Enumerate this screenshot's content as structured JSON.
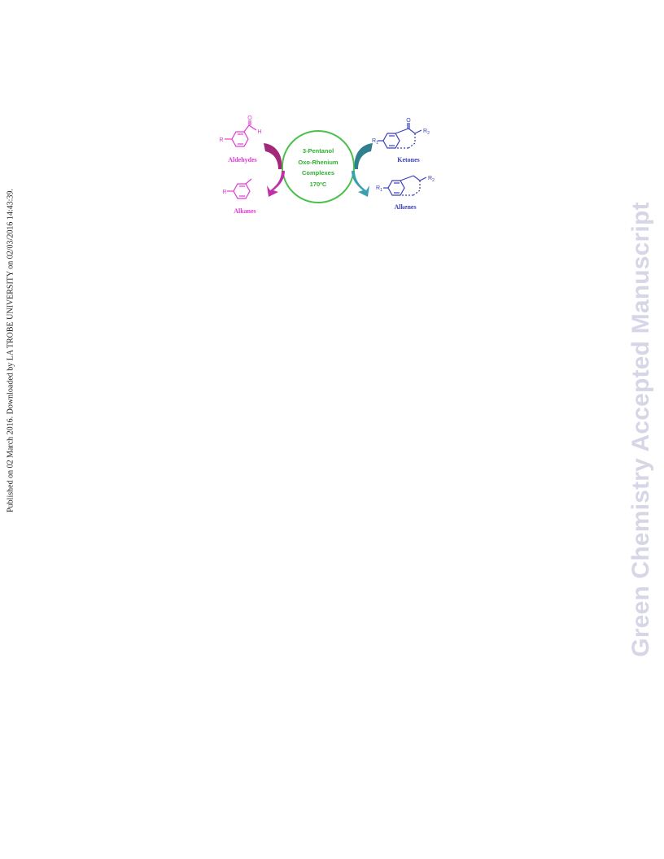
{
  "sidebar": {
    "publication_note": "Published on 02 March 2016. Downloaded by LA TROBE UNIVERSITY on 02/03/2016 14:43:39."
  },
  "watermark": {
    "text": "Green Chemistry Accepted Manuscript"
  },
  "graphical_abstract": {
    "left": {
      "top_label": "Aldehydes",
      "bottom_label": "Alkanes",
      "top_substituent": "R",
      "top_atom_o": "O",
      "top_atom_h": "H",
      "bottom_substituent": "R",
      "color": "#e23ad6",
      "arrow_color": "#a3287a"
    },
    "right": {
      "top_label": "Ketones",
      "bottom_label": "Alkenes",
      "top_substituent_1": "R",
      "top_substituent_1_sub": "1",
      "top_substituent_2": "R",
      "top_substituent_2_sub": "2",
      "top_atom_o": "O",
      "bottom_substituent_1": "R",
      "bottom_substituent_1_sub": "1",
      "bottom_substituent_2": "R",
      "bottom_substituent_2_sub": "2",
      "color": "#3a3fbf",
      "arrow_color": "#2f8a99"
    },
    "center": {
      "line1": "3-Pentanol",
      "line2": "Oxo-Rhenium",
      "line3": "Complexes",
      "line4": "170ºC",
      "circle_color": "#4cc04c"
    }
  }
}
